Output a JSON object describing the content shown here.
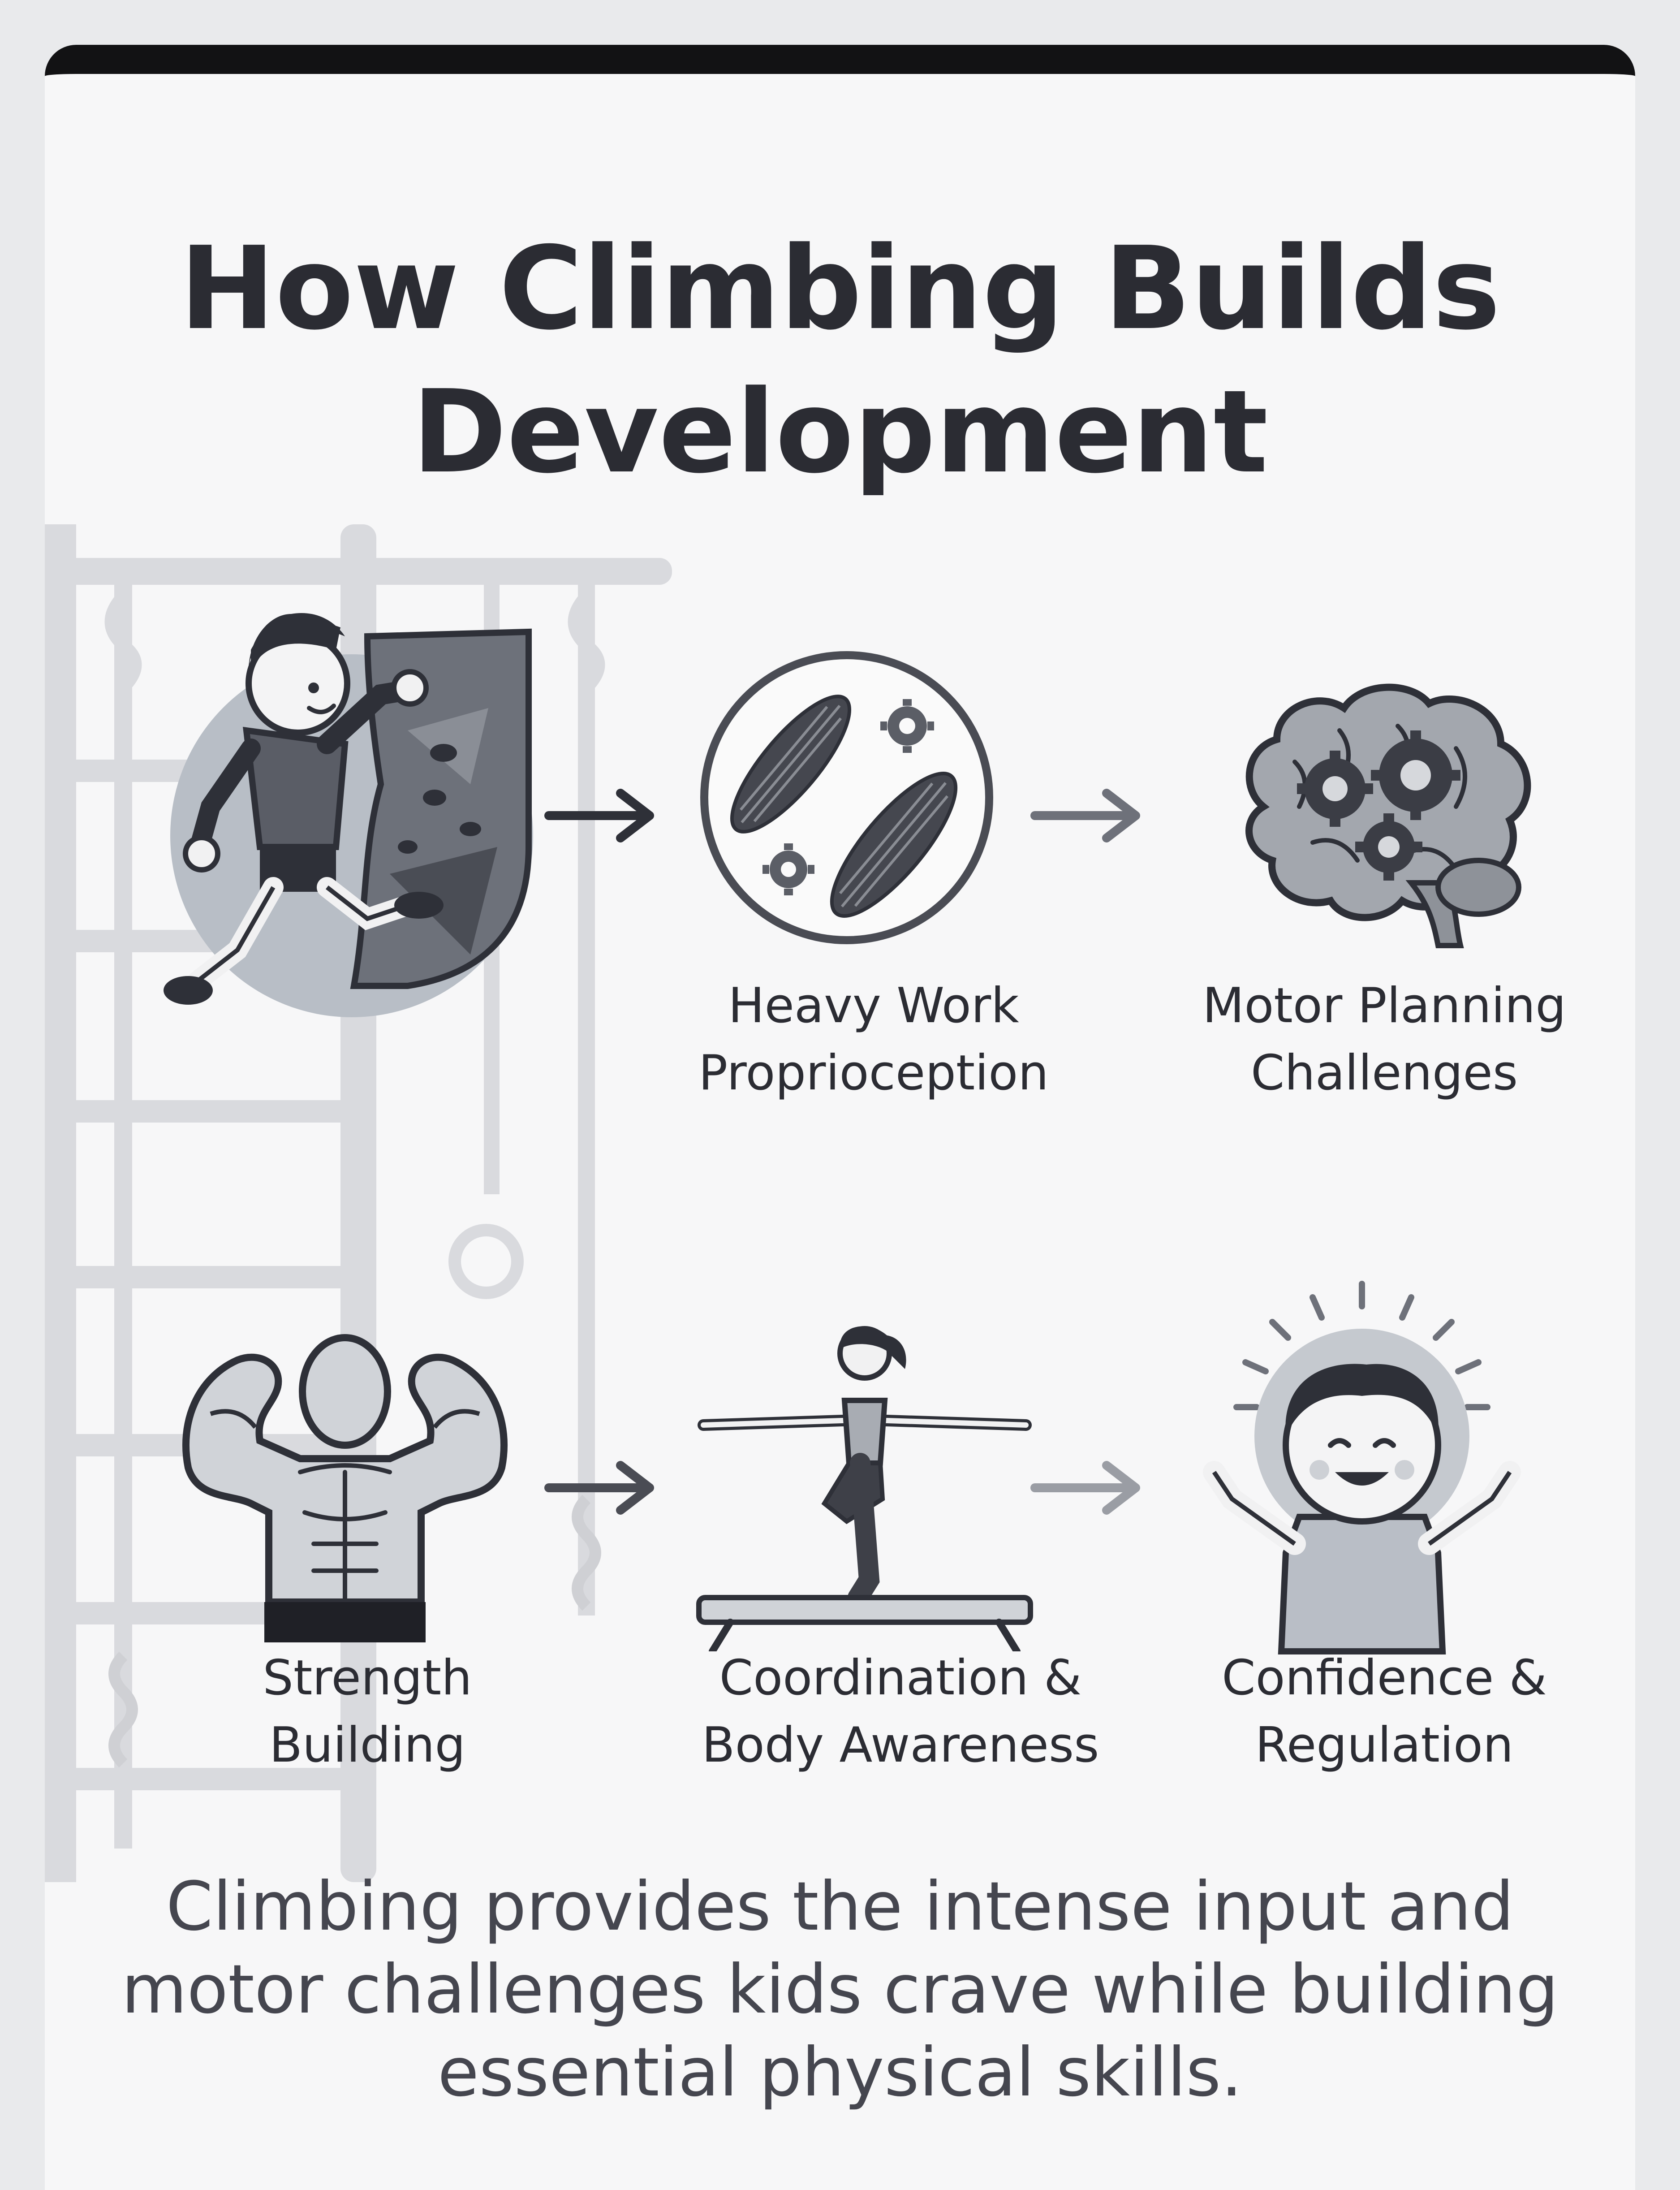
{
  "title": {
    "line1": "How Climbing Builds",
    "line2": "Development"
  },
  "steps": [
    {
      "id": "climbing",
      "icon": "child-climbing-wall-icon",
      "label_lines": []
    },
    {
      "id": "heavy-work",
      "icon": "muscles-gears-icon",
      "label_lines": [
        "Heavy Work",
        "Proprioception"
      ]
    },
    {
      "id": "motor-planning",
      "icon": "brain-gears-icon",
      "label_lines": [
        "Motor Planning",
        "Challenges"
      ]
    },
    {
      "id": "strength",
      "icon": "flexing-muscles-icon",
      "label_lines": [
        "Strength",
        "Building"
      ]
    },
    {
      "id": "coordination",
      "icon": "balance-beam-icon",
      "label_lines": [
        "Coordination &",
        "Body Awareness"
      ]
    },
    {
      "id": "confidence",
      "icon": "happy-child-icon",
      "label_lines": [
        "Confidence &",
        "Regulation"
      ]
    }
  ],
  "caption": {
    "lines": [
      "Climbing provides the intense input and",
      "motor challenges kids crave while building",
      "essential physical skills."
    ]
  },
  "colors": {
    "title": "#2b2c33",
    "caption": "#45464f",
    "top_bar": "#121214",
    "card": "#f7f7f8",
    "frame": "#d9dade",
    "icon_dark": "#3b3d45",
    "icon_mid": "#8e9299",
    "icon_light": "#b9bec6"
  }
}
